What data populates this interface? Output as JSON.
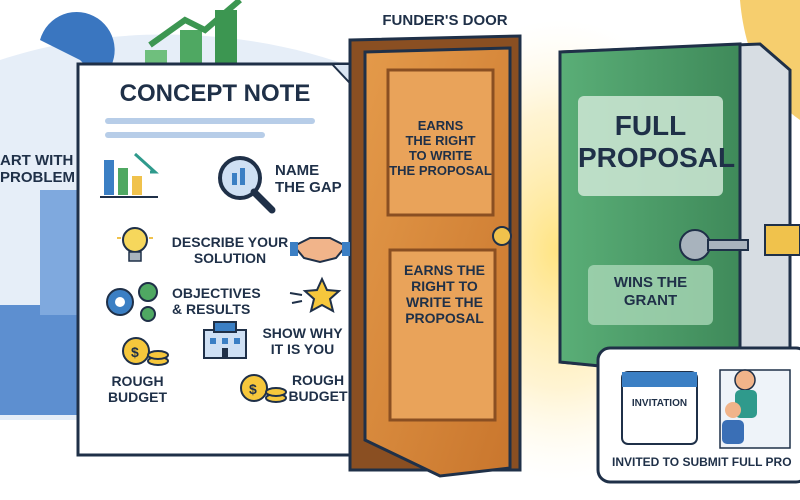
{
  "background_left": {
    "label": "ART WITH\nPROBLEM"
  },
  "concept_note": {
    "title": "CONCEPT NOTE",
    "items": [
      {
        "icon": "chart-down-icon",
        "label": ""
      },
      {
        "icon": "magnifier-icon",
        "label": "NAME\nTHE GAP"
      },
      {
        "icon": "lightbulb-icon",
        "label": "DESCRIBE YOUR\nSOLUTION"
      },
      {
        "icon": "handshake-icon",
        "label": ""
      },
      {
        "icon": "gears-icon",
        "label": "OBJECTIVES\n& RESULTS"
      },
      {
        "icon": "star-icon",
        "label": ""
      },
      {
        "icon": "building-icon",
        "label": "SHOW WHY\nIT IS YOU"
      },
      {
        "icon": "coins-icon",
        "label": "ROUGH\nBUDGET"
      },
      {
        "icon": "coins-icon",
        "label": "ROUGH\nBUDGET"
      }
    ]
  },
  "door": {
    "title": "FUNDER'S DOOR",
    "upper_panel": "EARNS\nTHE RIGHT\nTO WRITE\nTHE PROPOSAL",
    "lower_panel": "EARNS THE\nRIGHT TO\nWRITE THE\nPROPOSAL"
  },
  "full_proposal": {
    "title": "FULL\nPROPOSAL",
    "subtitle": "WINS THE\nGRANT"
  },
  "invitation_card": {
    "calendar_label": "INVITATION",
    "caption": "INVITED TO SUBMIT FULL PRO"
  },
  "colors": {
    "navy": "#1f3048",
    "door_wood": "#d8893a",
    "book_green": "#4f9e6b",
    "paper": "#ffffff",
    "accent_blue": "#3b7fc4",
    "glow_yellow": "#ffd54a"
  }
}
